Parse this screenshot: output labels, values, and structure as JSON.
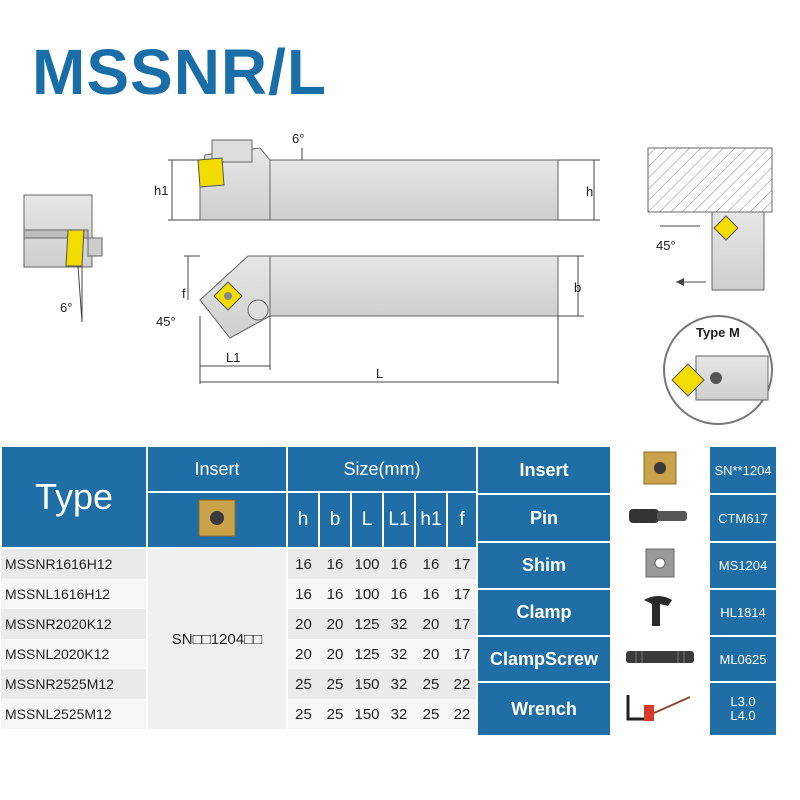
{
  "title": "MSSNR/L",
  "drawing": {
    "angle_top": "6°",
    "angle_left": "6°",
    "angle_45_a": "45°",
    "angle_45_b": "45°",
    "dim_h1": "h1",
    "dim_h": "h",
    "dim_f": "f",
    "dim_b": "b",
    "dim_L1": "L1",
    "dim_L": "L",
    "type_m": "Type M"
  },
  "spec_table": {
    "type_header": "Type",
    "insert_header": "Insert",
    "size_header": "Size(mm)",
    "columns": [
      "h",
      "b",
      "L",
      "L1",
      "h1",
      "f"
    ],
    "insert_value": "SN□□1204□□",
    "rows": [
      {
        "model": "MSSNR1616H12",
        "values": [
          "16",
          "16",
          "100",
          "16",
          "16",
          "17"
        ]
      },
      {
        "model": "MSSNL1616H12",
        "values": [
          "16",
          "16",
          "100",
          "16",
          "16",
          "17"
        ]
      },
      {
        "model": "MSSNR2020K12",
        "values": [
          "20",
          "20",
          "125",
          "32",
          "20",
          "17"
        ]
      },
      {
        "model": "MSSNL2020K12",
        "values": [
          "20",
          "20",
          "125",
          "32",
          "20",
          "17"
        ]
      },
      {
        "model": "MSSNR2525M12",
        "values": [
          "25",
          "25",
          "150",
          "32",
          "25",
          "22"
        ]
      },
      {
        "model": "MSSNL2525M12",
        "values": [
          "25",
          "25",
          "150",
          "32",
          "25",
          "22"
        ]
      }
    ]
  },
  "parts": [
    {
      "name": "Insert",
      "code": "SN**1204",
      "icon": "insert-icon"
    },
    {
      "name": "Pin",
      "code": "CTM617",
      "icon": "pin-icon"
    },
    {
      "name": "Shim",
      "code": "MS1204",
      "icon": "shim-icon"
    },
    {
      "name": "Clamp",
      "code": "HL1814",
      "icon": "clamp-icon"
    },
    {
      "name": "ClampScrew",
      "code": "ML0625",
      "icon": "screw-icon"
    },
    {
      "name": "Wrench",
      "code": "L3.0",
      "code2": "L4.0",
      "icon": "wrench-icon"
    }
  ],
  "colors": {
    "header_blue": "#1f6ea6",
    "title_blue": "#1a6ea8",
    "insert_yellow": "#f2dc00"
  }
}
